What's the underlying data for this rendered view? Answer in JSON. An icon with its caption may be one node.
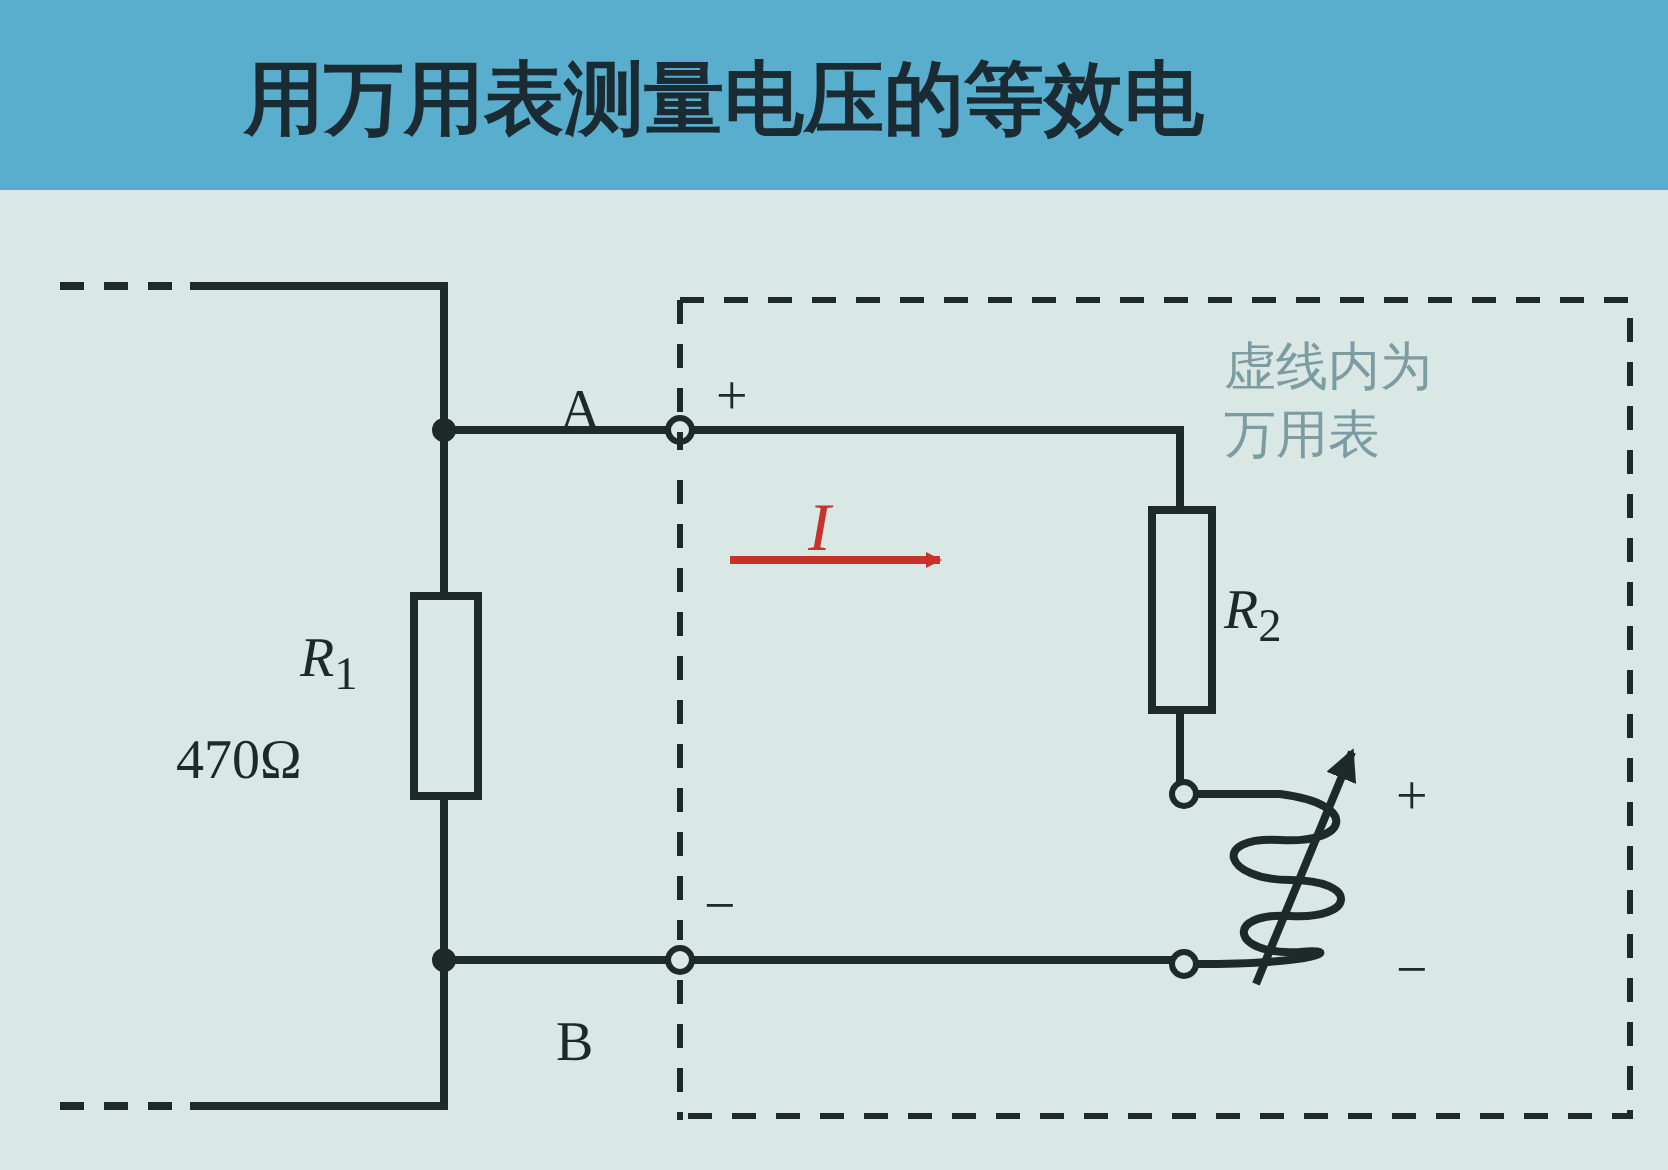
{
  "diagram": {
    "title": "用万用表测量电压的等效电",
    "labels": [
      "A",
      "+",
      "虚线内为万用表",
      "*I*",
      "*R*$_{2}$",
      "*R*$_{1}$",
      "470Ω",
      "+",
      "−",
      "−",
      "B"
    ]
  }
}
